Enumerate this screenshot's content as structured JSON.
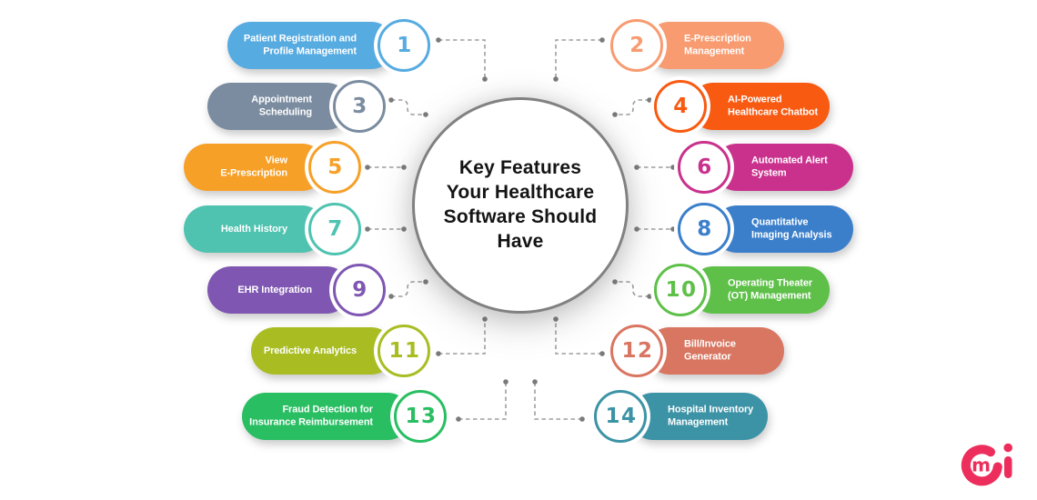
{
  "title": {
    "lines": [
      "Key Features",
      "Your Healthcare",
      "Software Should",
      "Have"
    ]
  },
  "features": [
    {
      "num": "1",
      "label": "Patient Registration and\nProfile Management",
      "color": "#56ABE1"
    },
    {
      "num": "2",
      "label": "E-Prescription\nManagement",
      "color": "#F89B70"
    },
    {
      "num": "3",
      "label": "Appointment\nScheduling",
      "color": "#7B8CA0"
    },
    {
      "num": "4",
      "label": "AI-Powered\nHealthcare Chatbot",
      "color": "#F85A12"
    },
    {
      "num": "5",
      "label": "View\nE-Prescription",
      "color": "#F6A028"
    },
    {
      "num": "6",
      "label": "Automated Alert\nSystem",
      "color": "#C9318D"
    },
    {
      "num": "7",
      "label": "Health History",
      "color": "#4FC3B0"
    },
    {
      "num": "8",
      "label": "Quantitative\nImaging Analysis",
      "color": "#3B7FCB"
    },
    {
      "num": "9",
      "label": "EHR Integration",
      "color": "#7F57B2"
    },
    {
      "num": "10",
      "label": "Operating Theater\n(OT) Management",
      "color": "#5EC049"
    },
    {
      "num": "11",
      "label": "Predictive Analytics",
      "color": "#A9BD23"
    },
    {
      "num": "12",
      "label": "Bill/Invoice\nGenerator",
      "color": "#D97661"
    },
    {
      "num": "13",
      "label": "Fraud Detection for\nInsurance Reimbursement",
      "color": "#29BE62"
    },
    {
      "num": "14",
      "label": "Hospital Inventory\nManagement",
      "color": "#3D93A6"
    }
  ],
  "logo": {
    "icon": "cmi-logo",
    "color": "#ED2D5B"
  },
  "diagram": {
    "connector_color": "#9E9E9E",
    "dot_color": "#7A7A7A",
    "circle_border_color": "#818181"
  }
}
